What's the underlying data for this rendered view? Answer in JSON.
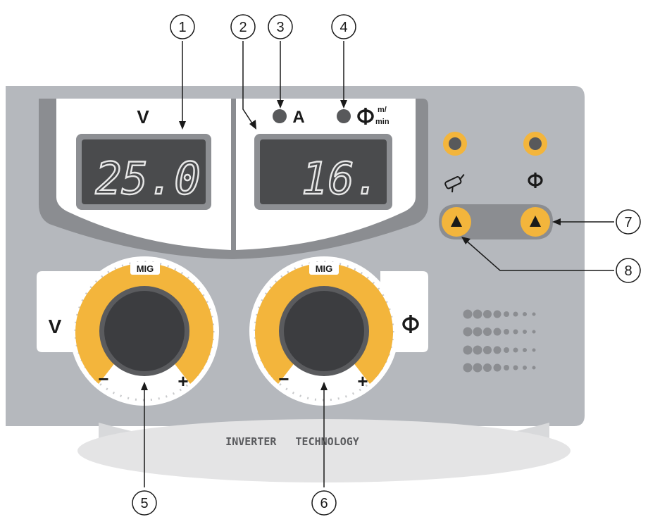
{
  "callouts": [
    "1",
    "2",
    "3",
    "4",
    "5",
    "6",
    "7",
    "8"
  ],
  "display_left": {
    "unit_label": "V",
    "value": "25.0"
  },
  "display_right": {
    "indicator_a_label": "A",
    "indicator_wire_label": "m/",
    "indicator_wire_sublabel": "min",
    "value": "16."
  },
  "knob_voltage": {
    "mode_label": "MIG",
    "side_label": "V",
    "minus": "−",
    "plus": "+"
  },
  "knob_wire": {
    "mode_label": "MIG",
    "minus": "−",
    "plus": "+"
  },
  "footer_text": "INVERTER   TECHNOLOGY",
  "icons": {
    "wire_feed": "wire-feed-icon",
    "torch": "torch-icon",
    "arrow_up": "triangle-up-icon"
  },
  "colors": {
    "panel": "#b5b8bd",
    "accent": "#f3b53c",
    "display_bg": "#4a4b4d",
    "display_digits": "#e8e8e8",
    "knob": "#3c3d40",
    "led": "#58595b",
    "text": "#1a1a1a"
  }
}
